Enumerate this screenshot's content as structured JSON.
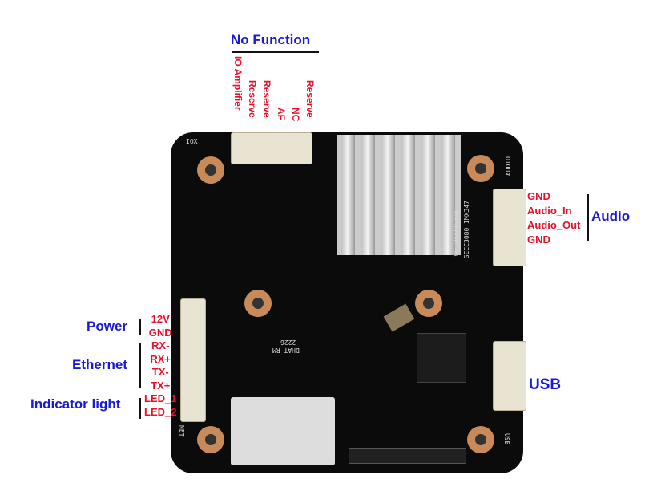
{
  "top": {
    "title": "No Function",
    "pins": [
      "IO Amplifier",
      "Reserve",
      "Reserve",
      "AF",
      "NC",
      "Reserve"
    ]
  },
  "audio": {
    "title": "Audio",
    "pins": [
      "GND",
      "Audio_In",
      "Audio_Out",
      "GND"
    ]
  },
  "usb": {
    "title": "USB"
  },
  "left": {
    "power": {
      "title": "Power",
      "pins": [
        "12V",
        "GND"
      ]
    },
    "ethernet": {
      "title": "Ethernet",
      "pins": [
        "RX-",
        "RX+",
        "TX-",
        "TX+"
      ]
    },
    "indicator": {
      "title": "Indicator light",
      "pins": [
        "LED_1",
        "LED_2"
      ]
    }
  },
  "silkscreen": {
    "iox": "IOX",
    "audio": "AUDIO",
    "model": "SECC3080_IMX347",
    "version": "V0_20220608A",
    "rm": "DHAT_RM",
    "code": "2226",
    "net": "NET",
    "usb": "USB"
  }
}
